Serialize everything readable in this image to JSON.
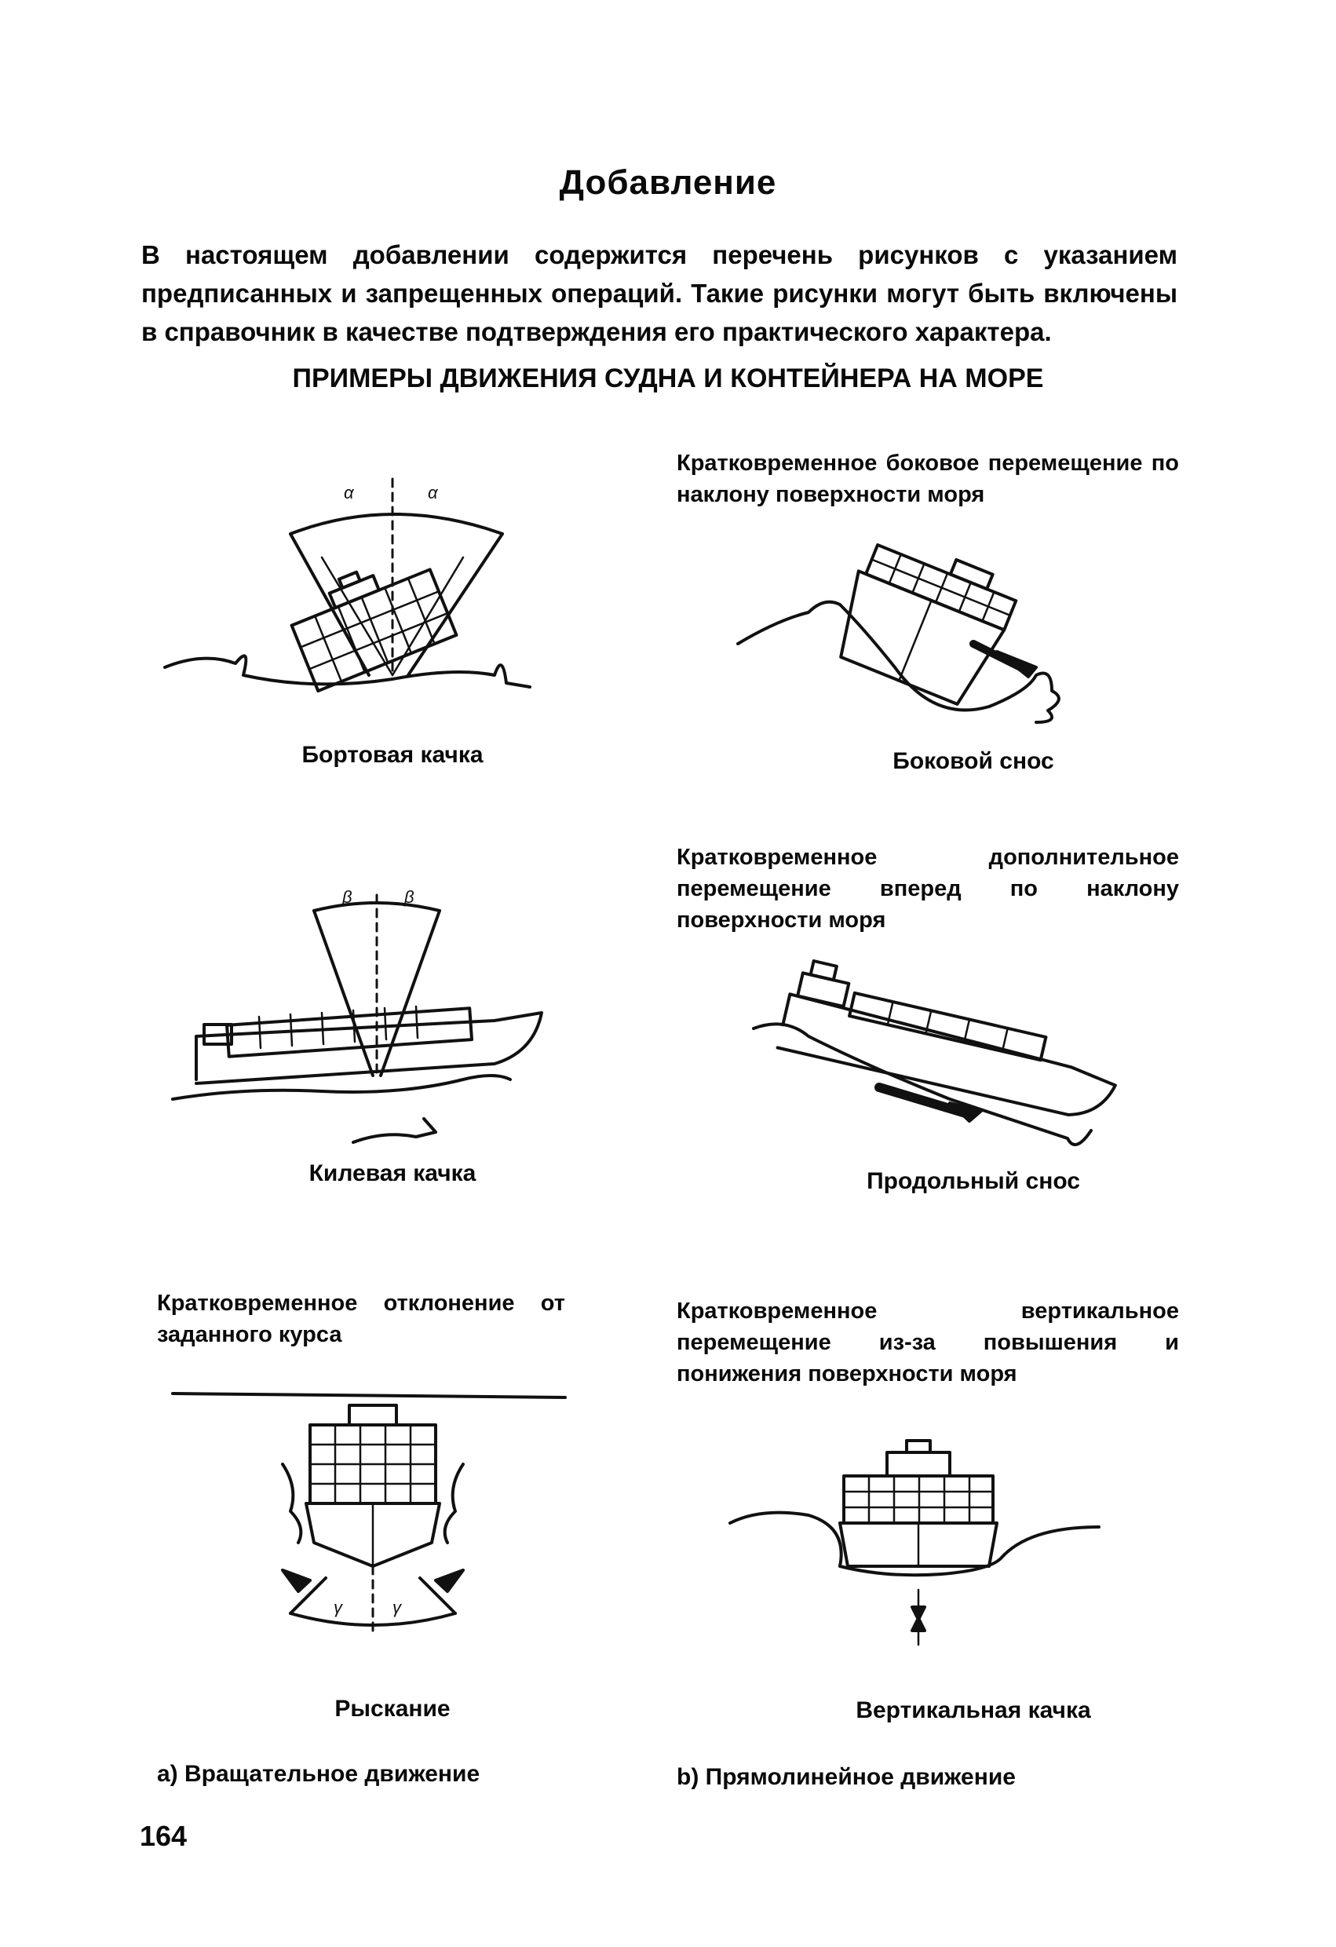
{
  "page": {
    "title": "Добавление",
    "intro": "В настоящем добавлении содержится перечень рисунков с указанием предписанных и запрещенных операций. Такие рисунки могут быть включены в справочник в качестве подтверждения его практического характера.",
    "subheading": "ПРИМЕРЫ ДВИЖЕНИЯ СУДНА И КОНТЕЙНЕРА НА МОРЕ",
    "page_number": "164"
  },
  "figures": {
    "roll": {
      "caption": "Бортовая качка",
      "angle_label": "α"
    },
    "sway": {
      "caption": "Боковой снос",
      "description": "Кратковременное боковое перемещение по наклону поверхности моря"
    },
    "pitch": {
      "caption": "Килевая качка",
      "angle_label": "β"
    },
    "surge": {
      "caption": "Продольный снос",
      "description": "Кратковременное дополнительное перемещение вперед по наклону поверхности моря"
    },
    "yaw": {
      "caption": "Рыскание",
      "description": "Кратковременное отклонение от заданного курса",
      "angle_label": "γ"
    },
    "heave": {
      "caption": "Вертикальная качка",
      "description": "Кратковременное вертикальное перемещение из-за повышения и понижения поверхности моря"
    }
  },
  "footer": {
    "rotational": "a) Вращательное движение",
    "linear": "b) Прямолинейное движение"
  }
}
